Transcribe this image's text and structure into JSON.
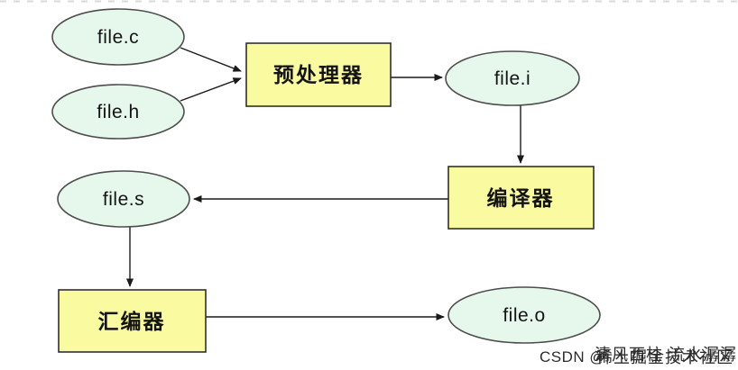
{
  "diagram": {
    "description": "C compilation pipeline flow diagram",
    "nodes": {
      "file_c": {
        "label": "file.c",
        "shape": "ellipse"
      },
      "file_h": {
        "label": "file.h",
        "shape": "ellipse"
      },
      "preprocessor": {
        "label": "预处理器",
        "shape": "rect"
      },
      "file_i": {
        "label": "file.i",
        "shape": "ellipse"
      },
      "compiler": {
        "label": "编译器",
        "shape": "rect"
      },
      "file_s": {
        "label": "file.s",
        "shape": "ellipse"
      },
      "assembler": {
        "label": "汇编器",
        "shape": "rect"
      },
      "file_o": {
        "label": "file.o",
        "shape": "ellipse"
      }
    },
    "edges": [
      {
        "from": "file_c",
        "to": "preprocessor"
      },
      {
        "from": "file_h",
        "to": "preprocessor"
      },
      {
        "from": "preprocessor",
        "to": "file_i"
      },
      {
        "from": "file_i",
        "to": "compiler"
      },
      {
        "from": "compiler",
        "to": "file_s"
      },
      {
        "from": "file_s",
        "to": "assembler"
      },
      {
        "from": "assembler",
        "to": "file_o"
      }
    ],
    "colors": {
      "ellipse_fill": "#e6f7eb",
      "box_fill": "#fafaa0",
      "ellipse_stroke": "#4d4d4d",
      "box_stroke": "#2f2f2f",
      "arrow": "#1a1a1a",
      "watermark": "#8f8f8f"
    }
  },
  "watermark": {
    "prefix": "CSDN @",
    "front_text": "清风西柱 流水潺潺",
    "back_text": "稀土掘金技术社区"
  }
}
